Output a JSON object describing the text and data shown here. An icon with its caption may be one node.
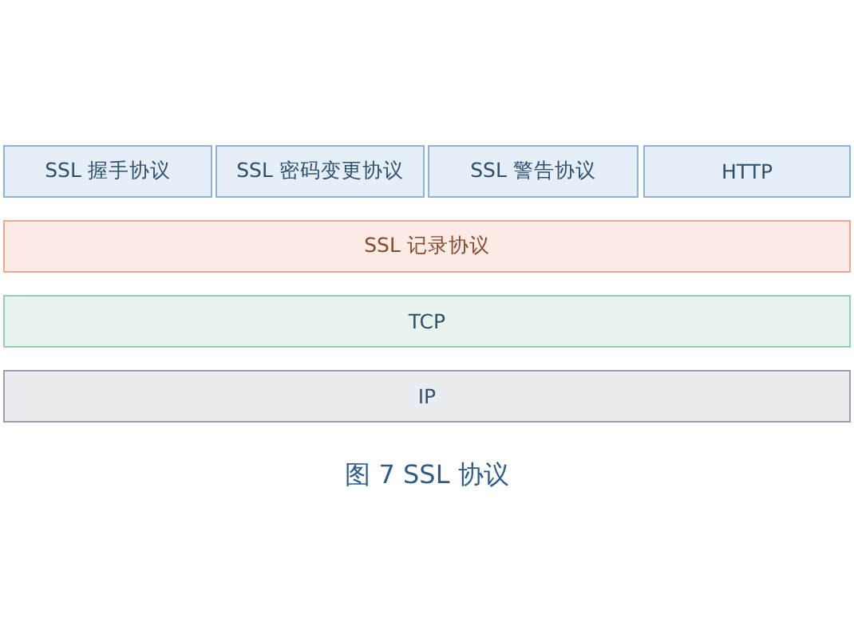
{
  "diagram": {
    "caption": "图 7 SSL 协议",
    "nodes": [
      {
        "text": [
          "SSL 握手协议"
        ]
      },
      {
        "text": [
          "SSL 密码变更协议"
        ]
      },
      {
        "text": [
          "SSL 警告协议"
        ]
      },
      {
        "text": [
          "HTTP"
        ]
      },
      {
        "text": [
          "SSL 记录协议"
        ]
      },
      {
        "text": [
          "TCP"
        ]
      },
      {
        "text": [
          "IP"
        ]
      }
    ]
  }
}
